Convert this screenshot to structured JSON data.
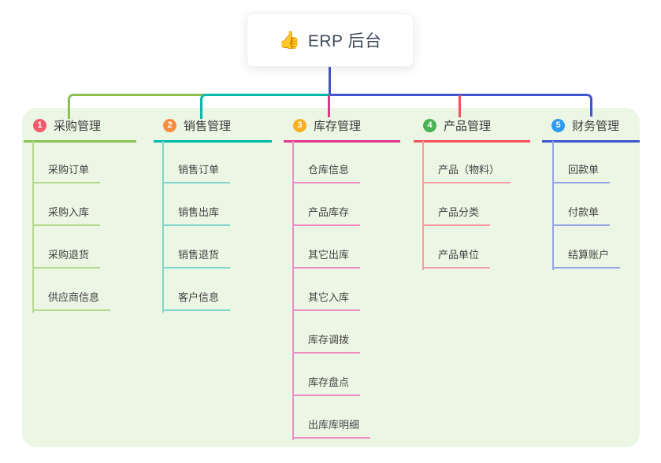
{
  "root": {
    "icon": "👍",
    "label": "ERP 后台"
  },
  "colors": {
    "panel_bg": "#ecf6e4",
    "trunk": "#4254d0",
    "root_text": "#404a59",
    "header_text": "#3c3c3c",
    "child_text": "#434343",
    "badge_text": "#ffffff"
  },
  "branches": [
    {
      "badge": "1",
      "label": "采购管理",
      "badge_color": "#f05c6c",
      "line_color": "#8cc152",
      "child_line_color": "#b3d98c",
      "children": [
        "采购订单",
        "采购入库",
        "采购退货",
        "供应商信息"
      ]
    },
    {
      "badge": "2",
      "label": "销售管理",
      "badge_color": "#f78d3e",
      "line_color": "#00b9aa",
      "child_line_color": "#7fd6ca",
      "children": [
        "销售订单",
        "销售出库",
        "销售退货",
        "客户信息"
      ]
    },
    {
      "badge": "3",
      "label": "库存管理",
      "badge_color": "#fbaf24",
      "line_color": "#e0358c",
      "child_line_color": "#f18cc3",
      "children": [
        "仓库信息",
        "产品库存",
        "其它出库",
        "其它入库",
        "库存调拨",
        "库存盘点",
        "出库库明细"
      ]
    },
    {
      "badge": "4",
      "label": "产品管理",
      "badge_color": "#4cb256",
      "line_color": "#f4515c",
      "child_line_color": "#f99ba5",
      "children": [
        "产品（物料）",
        "产品分类",
        "产品单位"
      ]
    },
    {
      "badge": "5",
      "label": "财务管理",
      "badge_color": "#2f9bf0",
      "line_color": "#4254d0",
      "child_line_color": "#94a5e6",
      "children": [
        "回款单",
        "付款单",
        "结算账户"
      ]
    }
  ]
}
